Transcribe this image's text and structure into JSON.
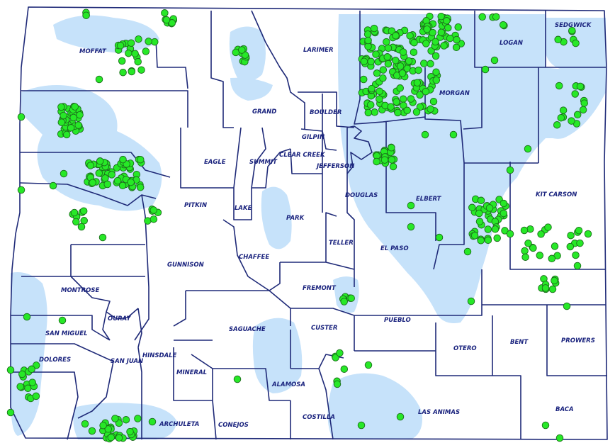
{
  "map": {
    "counties": [
      "MOFFAT",
      "LARIMER",
      "LOGAN",
      "SEDGWICK",
      "GRAND",
      "BOULDER",
      "MORGAN",
      "GILPIN",
      "EAGLE",
      "SUMMIT",
      "CLEAR CREEK",
      "JEFFERSON",
      "KIT CARSON",
      "DOUGLAS",
      "ELBERT",
      "PITKIN",
      "LAKE",
      "PARK",
      "TELLER",
      "EL PASO",
      "CHAFFEE",
      "GUNNISON",
      "MONTROSE",
      "FREMONT",
      "OURAY",
      "SAGUACHE",
      "CUSTER",
      "PUEBLO",
      "SAN MIGUEL",
      "HINSDALE",
      "DOLORES",
      "SAN JUAN",
      "MINERAL",
      "ALAMOSA",
      "OTERO",
      "BENT",
      "PROWERS",
      "LAS ANIMAS",
      "BACA",
      "ARCHULETA",
      "CONEJOS",
      "COSTILLA"
    ],
    "colors": {
      "basin_fill": "#c6e2fa",
      "boundary": "#1f2a78",
      "well_fill": "#27e827",
      "well_outline": "#1b6b1b",
      "label": "#1a237e"
    }
  }
}
